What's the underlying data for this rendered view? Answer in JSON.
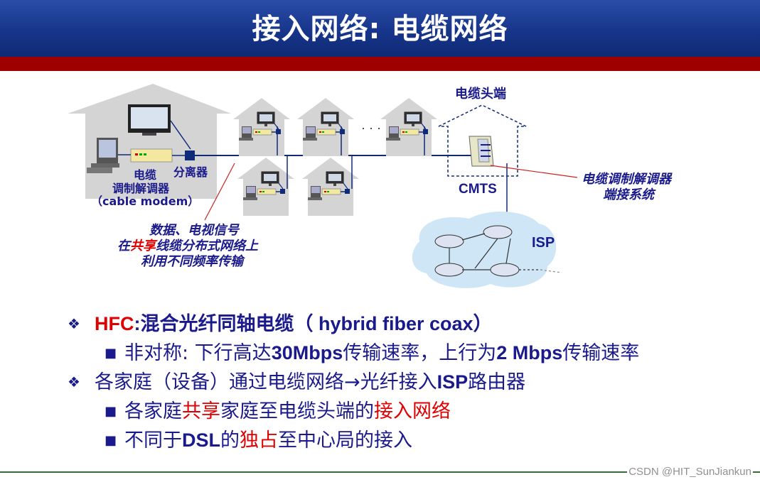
{
  "header": {
    "title": "接入网络: 电缆网络"
  },
  "diagram": {
    "label_headend": "电缆头端",
    "label_cmts": "CMTS",
    "label_cmts_desc_1": "电缆调制解调器",
    "label_cmts_desc_2": "端接系统",
    "label_isp": "ISP",
    "label_ellipsis": "· · ·",
    "label_modem_1": "电缆",
    "label_modem_2": "调制解调器",
    "label_modem_3": "（cable modem）",
    "label_splitter": "分离器",
    "note_line1": "数据、电视信号",
    "note_line2_a": "在",
    "note_line2_b": "共享",
    "note_line2_c": "线缆分布式网络上",
    "note_line3": "利用不同频率传输"
  },
  "bullets": {
    "b1_red": "HFC",
    "b1_rest": ":混合光纤同轴电缆（ hybrid fiber coax）",
    "b2_text1": "非对称: 下行高达",
    "b2_bold1": "30Mbps",
    "b2_text2": "传输速率，上行为",
    "b2_bold2": "2 Mbps",
    "b2_text3": "传输速率",
    "b3_text1": "各家庭（设备）通过电缆网络→光纤接入",
    "b3_bold": "ISP",
    "b3_text2": "路由器",
    "b4_text1": "各家庭",
    "b4_red1": "共享",
    "b4_text2": "家庭至电缆头端的",
    "b4_red2": "接入网络",
    "b5_text1": "不同于",
    "b5_bold": "DSL",
    "b5_text2": "的",
    "b5_red": "独占",
    "b5_text3": "至中心局的接入"
  },
  "footer": {
    "watermark": "CSDN @HIT_SunJiankun"
  }
}
